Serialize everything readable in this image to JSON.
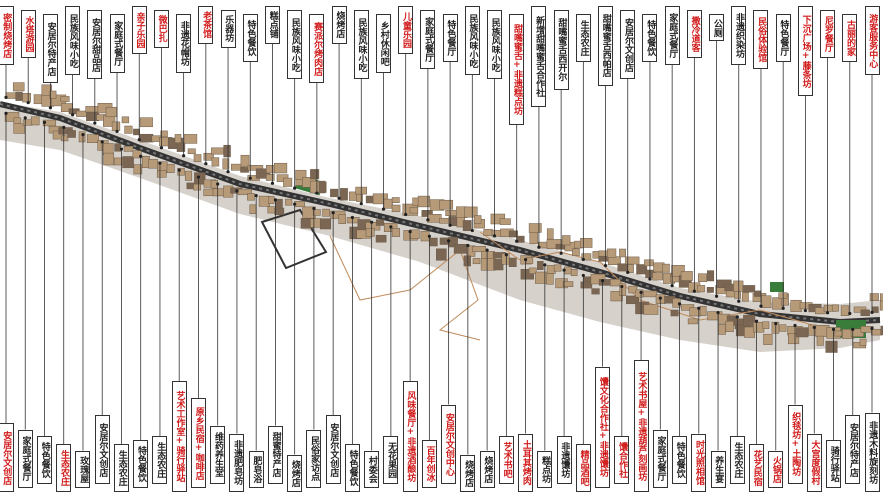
{
  "colors": {
    "building": "#b79a78",
    "building_dark": "#7a6652",
    "road": "#444444",
    "label_red": "#d11a1a",
    "label_black": "#222222",
    "green": "#3a7d3a"
  },
  "top_labels": [
    {
      "text": "密制烧烤店",
      "red": true
    },
    {
      "text": "水塔游园",
      "red": true
    },
    {
      "text": "安居尔特产店",
      "red": false
    },
    {
      "text": "民族风味小吃",
      "red": false
    },
    {
      "text": "安居尔甜品店",
      "red": false
    },
    {
      "text": "家庭式餐厅",
      "red": false
    },
    {
      "text": "亲子乐园",
      "red": true
    },
    {
      "text": "微巴扎",
      "red": true
    },
    {
      "text": "非遗花帽坊",
      "red": false
    },
    {
      "text": "老茶馆",
      "red": true
    },
    {
      "text": "乐器坊",
      "red": false
    },
    {
      "text": "特色餐饮",
      "red": false
    },
    {
      "text": "糕点铺",
      "red": false
    },
    {
      "text": "民族风味小吃",
      "red": false
    },
    {
      "text": "赛派尔烤肉店",
      "red": true
    },
    {
      "text": "烧烤店",
      "red": false
    },
    {
      "text": "民族风味小吃",
      "red": false
    },
    {
      "text": "乡村休闲吧",
      "red": false
    },
    {
      "text": "儿童乐园",
      "red": true
    },
    {
      "text": "家庭式餐厅",
      "red": false
    },
    {
      "text": "特色餐厅",
      "red": false
    },
    {
      "text": "民族风味小吃",
      "red": false
    },
    {
      "text": "民族风味小吃",
      "red": false
    },
    {
      "text": "甜嘴蜜舌+非遗糕点坊",
      "red": true
    },
    {
      "text": "新增甜嘴蜜舌合作社",
      "red": false
    },
    {
      "text": "甜嘴蜜舌西开尔",
      "red": false
    },
    {
      "text": "生态农庄",
      "red": false
    },
    {
      "text": "甜嘴蜜舌西帕店",
      "red": false
    },
    {
      "text": "安居尔文创店",
      "red": false
    },
    {
      "text": "特色餐饮",
      "red": false
    },
    {
      "text": "家庭式餐厅",
      "red": false
    },
    {
      "text": "撒冷道客",
      "red": true
    },
    {
      "text": "公厕",
      "red": false
    },
    {
      "text": "非遗织染坊",
      "red": false
    },
    {
      "text": "民俗体验馆",
      "red": true
    },
    {
      "text": "特色餐厅",
      "red": false
    },
    {
      "text": "下沉广场+藤条坊",
      "red": true
    },
    {
      "text": "尼罗餐厅",
      "red": true
    },
    {
      "text": "古丽的家",
      "red": true
    },
    {
      "text": "游客服务中心",
      "red": true
    }
  ],
  "bottom_labels": [
    {
      "text": "安居尔文创店",
      "red": true
    },
    {
      "text": "家庭式餐厅",
      "red": false
    },
    {
      "text": "特色餐饮",
      "red": false
    },
    {
      "text": "生态农庄",
      "red": true
    },
    {
      "text": "玫瑰屋",
      "red": false
    },
    {
      "text": "安居尔文创店",
      "red": false
    },
    {
      "text": "生态农庄",
      "red": false
    },
    {
      "text": "特色餐饮",
      "red": false
    },
    {
      "text": "生态农庄",
      "red": false
    },
    {
      "text": "艺术工作室+骑行驿站",
      "red": true
    },
    {
      "text": "原乡民宿+咖啡店",
      "red": true
    },
    {
      "text": "维药养生堂",
      "red": false
    },
    {
      "text": "非遗肥皂坊",
      "red": false
    },
    {
      "text": "肥皂浴",
      "red": false
    },
    {
      "text": "甜蜜特产店",
      "red": false
    },
    {
      "text": "烧烤店",
      "red": false
    },
    {
      "text": "民俗家访点",
      "red": false
    },
    {
      "text": "安居尔文创店",
      "red": false
    },
    {
      "text": "特色餐饮",
      "red": false
    },
    {
      "text": "村委会",
      "red": false
    },
    {
      "text": "无花果园",
      "red": false
    },
    {
      "text": "风味餐厅+非遗酒酿坊",
      "red": true
    },
    {
      "text": "百年创冰",
      "red": true
    },
    {
      "text": "安居尔文创中心",
      "red": true
    },
    {
      "text": "烧烤店",
      "red": false
    },
    {
      "text": "烧烤店",
      "red": false
    },
    {
      "text": "艺术书吧",
      "red": true
    },
    {
      "text": "土耳其烤肉",
      "red": true
    },
    {
      "text": "糕点坊",
      "red": false
    },
    {
      "text": "非遗馕坊",
      "red": false
    },
    {
      "text": "精品酒吧",
      "red": true
    },
    {
      "text": "馕文化合作社+非遗馕坊",
      "red": true
    },
    {
      "text": "馕合作社",
      "red": true
    },
    {
      "text": "艺术书屋+非遗葫芦刻画坊",
      "red": true
    },
    {
      "text": "家庭式餐厅",
      "red": false
    },
    {
      "text": "特色餐饮",
      "red": false
    },
    {
      "text": "时光照相馆",
      "red": true
    },
    {
      "text": "养生宴",
      "red": false
    },
    {
      "text": "生态农庄",
      "red": false
    },
    {
      "text": "花艺民宿",
      "red": true
    },
    {
      "text": "火锅店",
      "red": true
    },
    {
      "text": "织毯坊+土陶坊",
      "red": true
    },
    {
      "text": "大宫度假村",
      "red": true
    },
    {
      "text": "骑行驿站",
      "red": false
    },
    {
      "text": "安居尔特产店",
      "red": false
    },
    {
      "text": "非遗木料旋刻坊",
      "red": false
    }
  ]
}
